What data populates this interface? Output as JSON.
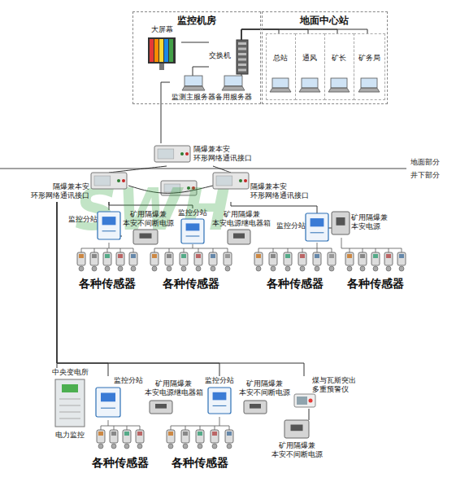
{
  "diagram": {
    "nodes": [
      {
        "text": [
          "监控机房"
        ]
      },
      {
        "text": [
          "大屏幕"
        ],
        "in": 0
      },
      {
        "text": [
          "交换机"
        ],
        "in": 0
      },
      {
        "text": [
          "监测主服务器"
        ],
        "in": 0
      },
      {
        "text": [
          "备用服务器"
        ],
        "in": 0
      },
      {
        "text": [
          "地面中心站"
        ]
      },
      {
        "text": [
          "总站"
        ],
        "in": 5
      },
      {
        "text": [
          "通风"
        ],
        "in": 5
      },
      {
        "text": [
          "矿长"
        ],
        "in": 5
      },
      {
        "text": [
          "矿务局"
        ],
        "in": 5
      },
      {
        "text": [
          "隔爆兼本安 环形网络通讯接口"
        ]
      },
      {
        "text": [
          "隔爆兼本安 环形网络通讯接口"
        ]
      },
      {
        "text": [
          "隔爆兼本安 环形网络通讯接口"
        ]
      },
      {
        "text": [
          "监控分站"
        ]
      },
      {
        "text": [
          "矿用隔爆兼 本安不间断电源"
        ]
      },
      {
        "text": [
          "监控分站"
        ]
      },
      {
        "text": [
          "矿用隔爆兼 本安电源继电器箱"
        ]
      },
      {
        "text": [
          "监控分站"
        ]
      },
      {
        "text": [
          "矿用隔爆兼 本安电源"
        ]
      },
      {
        "text": [
          "中央变电所",
          "电力监控"
        ]
      },
      {
        "text": [
          "监控分站"
        ]
      },
      {
        "text": [
          "矿用隔爆兼 本安电源继电器箱"
        ]
      },
      {
        "text": [
          "监控分站"
        ]
      },
      {
        "text": [
          "矿用隔爆兼 本安不间断电源"
        ]
      },
      {
        "text": [
          "煤与瓦斯突出 多重预警仪"
        ]
      },
      {
        "text": [
          "矿用隔爆兼 本安不间断电源"
        ]
      }
    ],
    "edges": [
      {
        "from": 2,
        "to": 1,
        "arrow": "none"
      },
      {
        "from": 2,
        "to": 3,
        "arrow": "none"
      },
      {
        "from": 2,
        "to": 4,
        "arrow": "none"
      },
      {
        "from": 2,
        "to": 6,
        "arrow": "none"
      },
      {
        "from": 2,
        "to": 7,
        "arrow": "none"
      },
      {
        "from": 2,
        "to": 8,
        "arrow": "none"
      },
      {
        "from": 2,
        "to": 9,
        "arrow": "none"
      },
      {
        "from": 3,
        "to": 10,
        "arrow": "none"
      },
      {
        "from": 10,
        "to": 11,
        "arrow": "none"
      },
      {
        "from": 10,
        "to": 12,
        "arrow": "none"
      },
      {
        "from": 11,
        "to": 12,
        "arrow": "none"
      },
      {
        "from": 11,
        "to": 13,
        "arrow": "none"
      },
      {
        "from": 11,
        "to": 15,
        "arrow": "none"
      },
      {
        "from": 12,
        "to": 17,
        "arrow": "none"
      },
      {
        "from": 11,
        "to": 19,
        "arrow": "none"
      },
      {
        "from": 11,
        "to": 20,
        "arrow": "none"
      },
      {
        "from": 11,
        "to": 22,
        "arrow": "none"
      },
      {
        "from": 11,
        "to": 24,
        "arrow": "none"
      },
      {
        "from": 14,
        "to": 13,
        "arrow": "none"
      },
      {
        "from": 16,
        "to": 15,
        "arrow": "none"
      },
      {
        "from": 18,
        "to": 17,
        "arrow": "none"
      },
      {
        "from": 21,
        "to": 20,
        "arrow": "none"
      },
      {
        "from": 23,
        "to": 22,
        "arrow": "none"
      },
      {
        "from": 25,
        "to": 24,
        "arrow": "none"
      }
    ],
    "labels": [
      "地面部分",
      "井下部分",
      "各种传感器",
      "各种传感器",
      "各种传感器",
      "各种传感器",
      "各种传感器",
      "各种传感器",
      "SWH"
    ]
  }
}
